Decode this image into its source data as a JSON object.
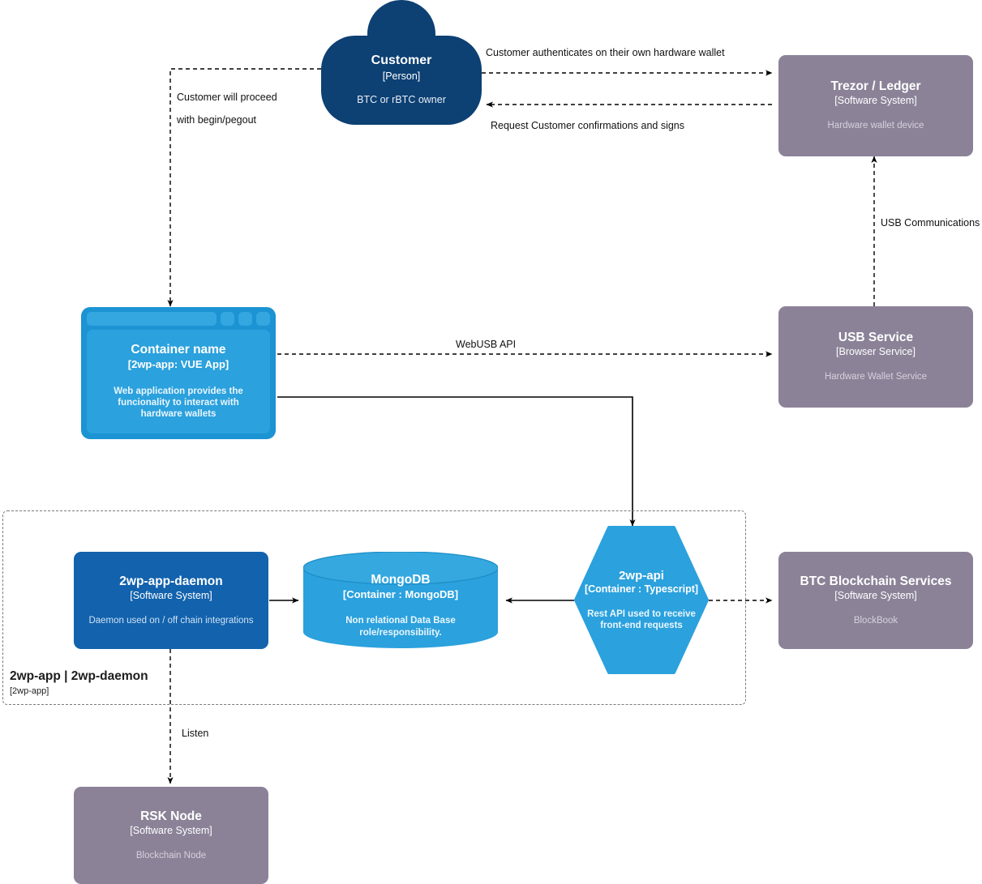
{
  "diagram": {
    "type": "c4-container-diagram",
    "colors": {
      "person": "#0d4073",
      "software_system": "#8b8298",
      "container_blue": "#2ba1dd",
      "daemon_blue": "#1262ad",
      "line": "#000000",
      "boundary": "#7a7a7a"
    }
  },
  "nodes": {
    "customer": {
      "name": "Customer",
      "tech": "[Person]",
      "desc": "BTC or rBTC owner",
      "shape": "person"
    },
    "trezor_ledger": {
      "name": "Trezor / Ledger",
      "tech": "[Software System]",
      "desc": "Hardware wallet device",
      "shape": "box"
    },
    "usb_service": {
      "name": "USB Service",
      "tech": "[Browser Service]",
      "desc": "Hardware Wallet Service",
      "shape": "box"
    },
    "vue_app": {
      "name": "Container name",
      "tech": "[2wp-app: VUE App]",
      "desc": "Web application provides the funcionality to interact with hardware wallets",
      "shape": "browser-window"
    },
    "daemon": {
      "name": "2wp-app-daemon",
      "tech": "[Software System]",
      "desc": "Daemon used on / off chain integrations",
      "shape": "box"
    },
    "mongodb": {
      "name": "MongoDB",
      "tech": "[Container : MongoDB]",
      "desc": "Non relational Data Base role/responsibility.",
      "shape": "cylinder"
    },
    "twp_api": {
      "name": "2wp-api",
      "tech": "[Container : Typescript]",
      "desc": "Rest API used to receive front-end requests",
      "shape": "hexagon"
    },
    "btc_services": {
      "name": "BTC Blockchain Services",
      "tech": "[Software System]",
      "desc": "BlockBook",
      "shape": "box"
    },
    "rsk_node": {
      "name": "RSK Node",
      "tech": "[Software System]",
      "desc": "Blockchain Node",
      "shape": "box"
    }
  },
  "boundary": {
    "name": "2wp-app | 2wp-daemon",
    "tech": "[2wp-app]"
  },
  "edges": [
    {
      "id": "customer-to-trezor",
      "from": "customer",
      "to": "trezor_ledger",
      "label": "Customer authenticates on their own hardware wallet",
      "style": "dashed",
      "direction": "forward"
    },
    {
      "id": "trezor-to-customer",
      "from": "trezor_ledger",
      "to": "customer",
      "label": "Request Customer confirmations and signs",
      "style": "dashed",
      "direction": "forward"
    },
    {
      "id": "customer-to-vueapp",
      "from": "customer",
      "to": "vue_app",
      "label": "Customer will proceed\nwith begin/pegout",
      "style": "dashed",
      "direction": "forward"
    },
    {
      "id": "vueapp-to-usbservice",
      "from": "vue_app",
      "to": "usb_service",
      "label": "WebUSB API",
      "style": "dashed",
      "direction": "forward"
    },
    {
      "id": "usbservice-to-trezor",
      "from": "usb_service",
      "to": "trezor_ledger",
      "label": "USB Communications",
      "style": "dashed",
      "direction": "forward"
    },
    {
      "id": "vueapp-to-twpapi",
      "from": "vue_app",
      "to": "twp_api",
      "label": "",
      "style": "solid",
      "direction": "forward"
    },
    {
      "id": "daemon-to-mongodb",
      "from": "daemon",
      "to": "mongodb",
      "label": "",
      "style": "solid",
      "direction": "forward"
    },
    {
      "id": "twpapi-to-mongodb",
      "from": "twp_api",
      "to": "mongodb",
      "label": "",
      "style": "solid",
      "direction": "forward"
    },
    {
      "id": "twpapi-to-btcservices",
      "from": "twp_api",
      "to": "btc_services",
      "label": "",
      "style": "dashed",
      "direction": "forward"
    },
    {
      "id": "daemon-to-rsknode",
      "from": "daemon",
      "to": "rsk_node",
      "label": "Listen",
      "style": "dashed",
      "direction": "forward"
    }
  ]
}
